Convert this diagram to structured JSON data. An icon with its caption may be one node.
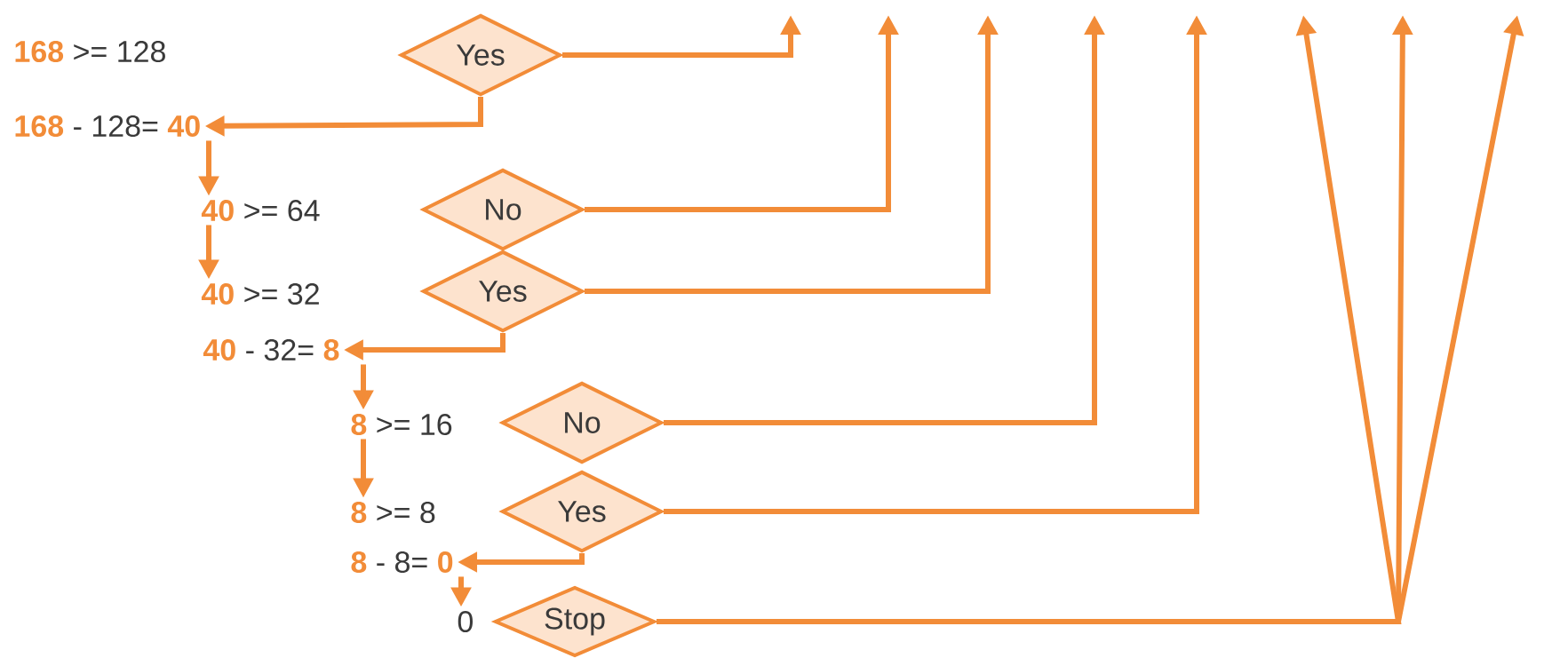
{
  "diagram": {
    "nodes": [
      {
        "text": [
          "Yes"
        ]
      },
      {
        "text": [
          "**168** - 128= **40**"
        ]
      },
      {
        "text": [
          "**40** >= 64"
        ]
      },
      {
        "text": [
          "No"
        ]
      },
      {
        "text": [
          "**40** >= 32"
        ]
      },
      {
        "text": [
          "Yes"
        ]
      },
      {
        "text": [
          "**40** - 32= **8**"
        ]
      },
      {
        "text": [
          "**8** >= 16"
        ]
      },
      {
        "text": [
          "No"
        ]
      },
      {
        "text": [
          "**8** >= 8"
        ]
      },
      {
        "text": [
          "Yes"
        ]
      },
      {
        "text": [
          "**8** - 8= **0**"
        ]
      },
      {
        "text": [
          "0"
        ]
      },
      {
        "text": [
          "Stop"
        ]
      }
    ],
    "edges": [
      {
        "from": 0,
        "to": null,
        "arrow": "to"
      },
      {
        "from": 0,
        "to": 1,
        "arrow": "to"
      },
      {
        "from": 1,
        "to": 2,
        "arrow": "to"
      },
      {
        "from": 3,
        "to": null,
        "arrow": "to"
      },
      {
        "from": 2,
        "to": 4,
        "arrow": "to"
      },
      {
        "from": 5,
        "to": null,
        "arrow": "to"
      },
      {
        "from": 5,
        "to": 6,
        "arrow": "to"
      },
      {
        "from": 6,
        "to": 7,
        "arrow": "to"
      },
      {
        "from": 8,
        "to": null,
        "arrow": "to"
      },
      {
        "from": 7,
        "to": 9,
        "arrow": "to"
      },
      {
        "from": 10,
        "to": null,
        "arrow": "to"
      },
      {
        "from": 10,
        "to": 11,
        "arrow": "to"
      },
      {
        "from": 11,
        "to": 12,
        "arrow": "to"
      },
      {
        "from": 13,
        "to": null,
        "arrow": "to"
      },
      {
        "from": 13,
        "to": null,
        "arrow": "to"
      },
      {
        "from": 13,
        "to": null,
        "arrow": "to"
      }
    ],
    "labels": [
      "**168** >= 128"
    ]
  }
}
